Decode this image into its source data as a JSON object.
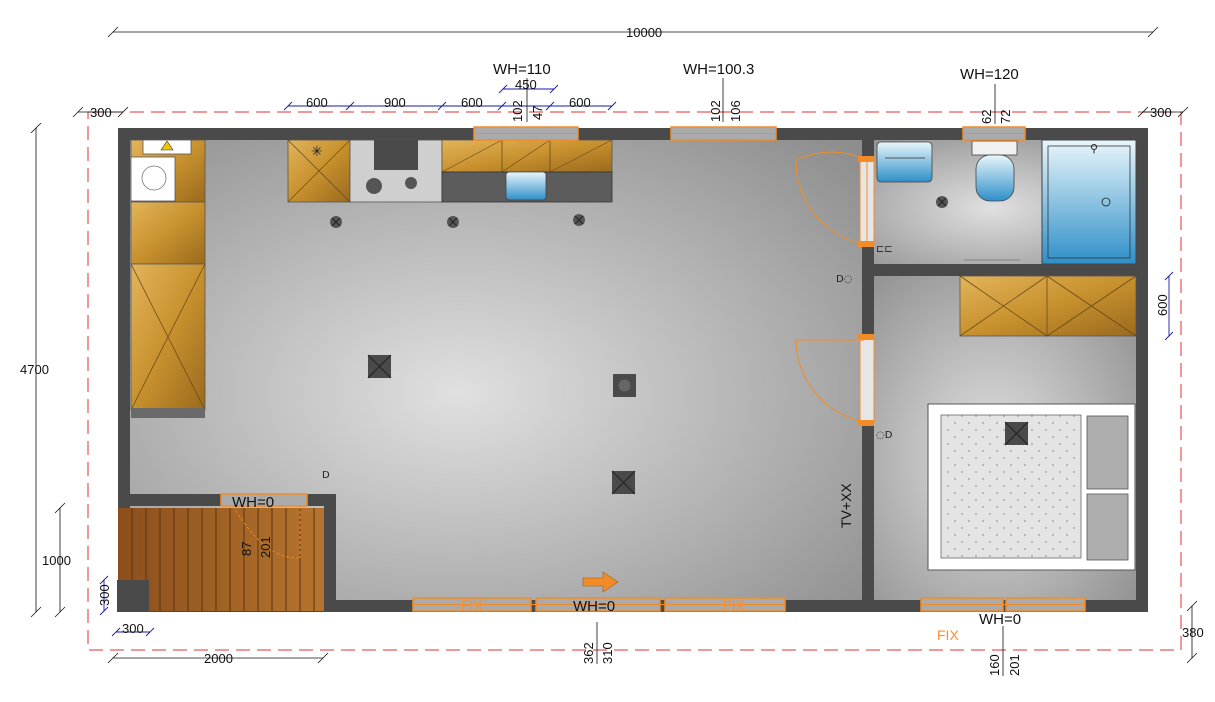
{
  "plan": {
    "dimensions": {
      "total_width": "10000",
      "total_depth": "4700",
      "entry_depth": "1000",
      "left_overhang": "300",
      "right_overhang": "300",
      "kitchen_seg_1": "600",
      "kitchen_seg_2": "900",
      "kitchen_seg_3": "600",
      "kitchen_seg_4": "600",
      "window_top_left_width": "450",
      "right_side": "600",
      "bottom_left_small_v": "300",
      "bottom_left_small_h": "300",
      "bottom_left_width": "2000",
      "bottom_right_offset": "380"
    },
    "openings": {
      "top_left": {
        "label": "WH=110",
        "h1": "102",
        "h2": "47"
      },
      "top_mid": {
        "label": "WH=100.3",
        "h1": "102",
        "h2": "106"
      },
      "top_right": {
        "label": "WH=120",
        "h1": "62",
        "h2": "72"
      },
      "stair": {
        "label": "WH=0",
        "h1": "87",
        "h2": "201"
      },
      "bottom_mid": {
        "label": "WH=0",
        "h1": "362",
        "h2": "310"
      },
      "bottom_right": {
        "label": "WH=0",
        "h1": "160",
        "h2": "201"
      }
    },
    "fix_labels": [
      "FIX",
      "FIX",
      "FIX"
    ],
    "tv_label": "TV+XX",
    "colors": {
      "wall": "#4a4a4a",
      "window": "#f28c28",
      "dimension_blue": "#1a1aa0",
      "boundary_red": "#e03030",
      "wood": "#c8912e"
    }
  }
}
